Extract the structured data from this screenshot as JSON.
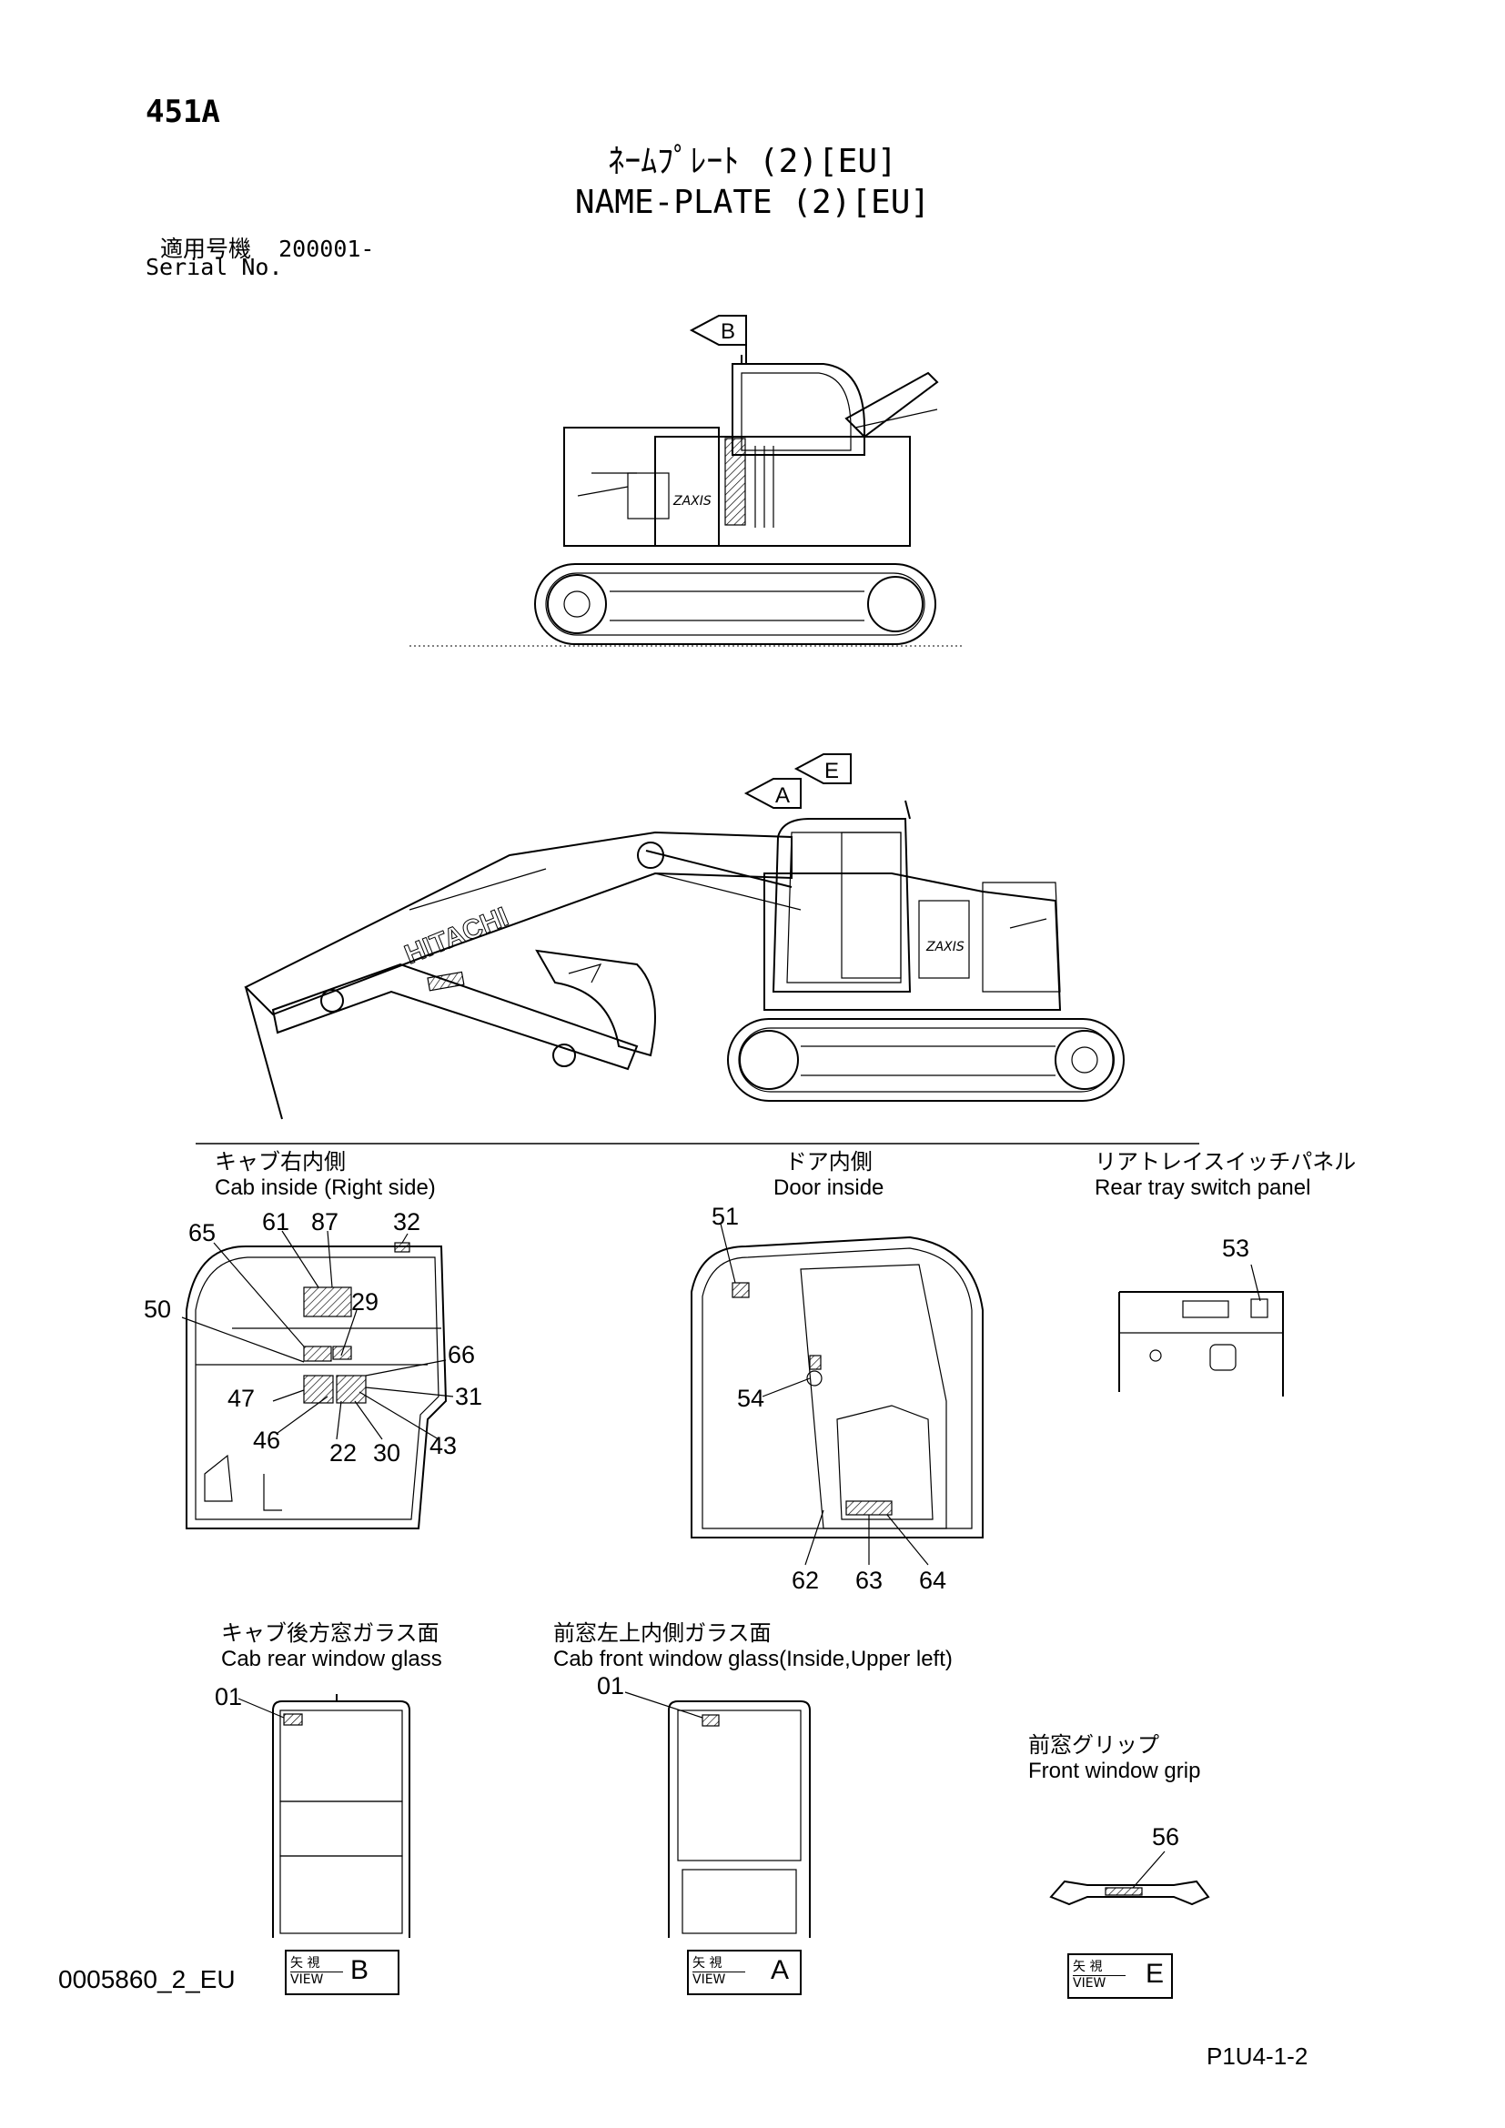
{
  "header": {
    "code": "451A",
    "title_jp": "ﾈｰﾑﾌﾟﾚｰﾄ (2)[EU]",
    "title_en": "NAME-PLATE (2)[EU]",
    "serial_label_jp": "適用号機",
    "serial_value": "200001-",
    "serial_label_en": "Serial No."
  },
  "machine_views": {
    "side_view_marker": "B",
    "front_view_markers": [
      "E",
      "A"
    ],
    "boom_brand": "HITACHI",
    "model_badge": "ZAXIS"
  },
  "panels": {
    "cab_right": {
      "title_jp": "キャブ右内側",
      "title_en": "Cab inside (Right side)",
      "callouts": [
        "65",
        "61",
        "87",
        "32",
        "50",
        "29",
        "66",
        "47",
        "31",
        "46",
        "22",
        "30",
        "43"
      ]
    },
    "door": {
      "title_jp": "ドア内側",
      "title_en": "Door inside",
      "callouts": [
        "51",
        "54",
        "62",
        "63",
        "64"
      ]
    },
    "rear_tray": {
      "title_jp": "リアトレイスイッチパネル",
      "title_en": "Rear tray switch panel",
      "callouts": [
        "53"
      ]
    },
    "cab_rear": {
      "title_jp": "キャブ後方窓ガラス面",
      "title_en": "Cab rear window glass",
      "callouts": [
        "01"
      ],
      "view_jp": "矢 視",
      "view_en": "VIEW",
      "view_letter": "B"
    },
    "cab_front": {
      "title_jp": "前窓左上内側ガラス面",
      "title_en": "Cab front window glass(Inside,Upper left)",
      "callouts": [
        "01"
      ],
      "view_jp": "矢 視",
      "view_en": "VIEW",
      "view_letter": "A"
    },
    "front_grip": {
      "title_jp": "前窓グリップ",
      "title_en": "Front window grip",
      "callouts": [
        "56"
      ],
      "view_jp": "矢 視",
      "view_en": "VIEW",
      "view_letter": "E"
    }
  },
  "footer": {
    "drawing_number": "0005860_2_EU",
    "page_ref": "P1U4-1-2"
  }
}
